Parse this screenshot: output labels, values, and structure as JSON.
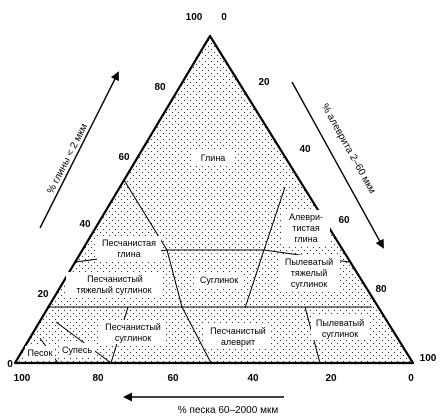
{
  "diagram": {
    "left_axis": {
      "title": "% глины < 2 мкм",
      "ticks": [
        "0",
        "20",
        "40",
        "60",
        "80",
        "100"
      ]
    },
    "right_axis": {
      "title": "% алеврита 2–60 мкм",
      "ticks": [
        "0",
        "20",
        "40",
        "60",
        "80",
        "100"
      ]
    },
    "bottom_axis": {
      "title": "% песка 60–2000 мкм",
      "ticks": [
        "100",
        "80",
        "60",
        "40",
        "20",
        "0"
      ]
    },
    "zones": {
      "clay": "Глина",
      "silty_clay": [
        "Алеври-",
        "тистая",
        "глина"
      ],
      "sandy_clay": [
        "Песчанистая",
        "глина"
      ],
      "sandy_heavy_loam": [
        "Песчанистый",
        "тяжелый суглинок"
      ],
      "loam": "Суглинок",
      "silty_heavy_loam": [
        "Пылеватый",
        "тяжелый",
        "суглинок"
      ],
      "sandy_loam": [
        "Песчанистый",
        "суглинок"
      ],
      "sandy_silt": [
        "Песчанистый",
        "алеврит"
      ],
      "silty_loam": [
        "Пылеватый",
        "суглинок"
      ],
      "sand": "Песок",
      "sandy_loam_light": "Супесь"
    }
  }
}
